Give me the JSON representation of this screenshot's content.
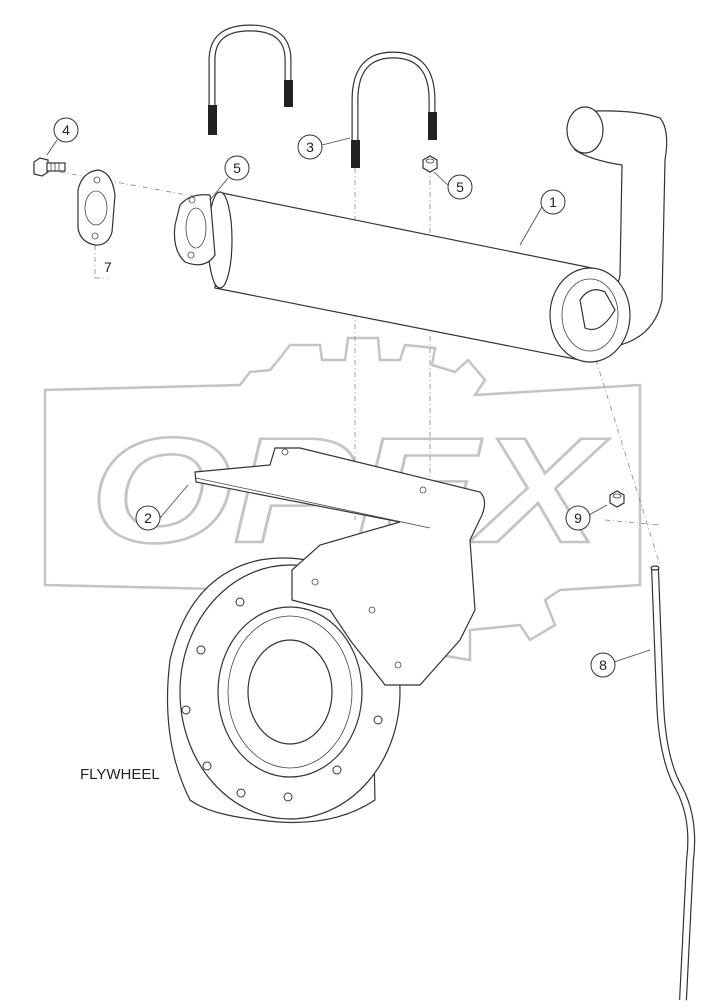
{
  "watermark": {
    "text": "OPEX"
  },
  "labels": {
    "flywheel": "FLYWHEEL"
  },
  "callouts": [
    {
      "number": "1"
    },
    {
      "number": "2"
    },
    {
      "number": "3"
    },
    {
      "number": "4"
    },
    {
      "number": "5"
    },
    {
      "number": "5"
    },
    {
      "number": "7"
    },
    {
      "number": "8"
    },
    {
      "number": "9"
    }
  ]
}
